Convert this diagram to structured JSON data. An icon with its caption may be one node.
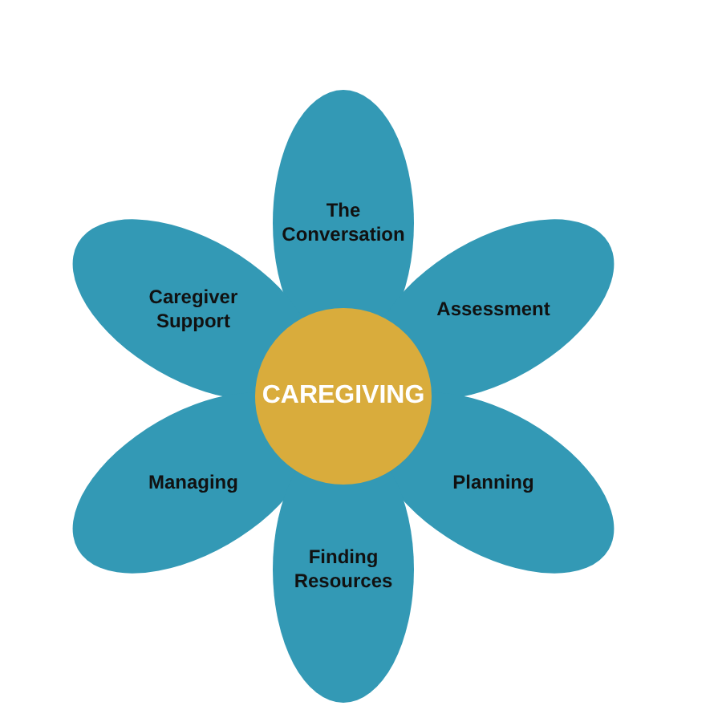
{
  "diagram": {
    "nodes": [
      {
        "text": [
          "The Conversation"
        ]
      },
      {
        "text": [
          "Caregiver Support"
        ]
      },
      {
        "text": [
          "Assessment"
        ]
      },
      {
        "text": [
          "CAREGIVING"
        ]
      },
      {
        "text": [
          "Managing"
        ]
      },
      {
        "text": [
          "Planning"
        ]
      },
      {
        "text": [
          "Finding Resources"
        ]
      }
    ]
  }
}
